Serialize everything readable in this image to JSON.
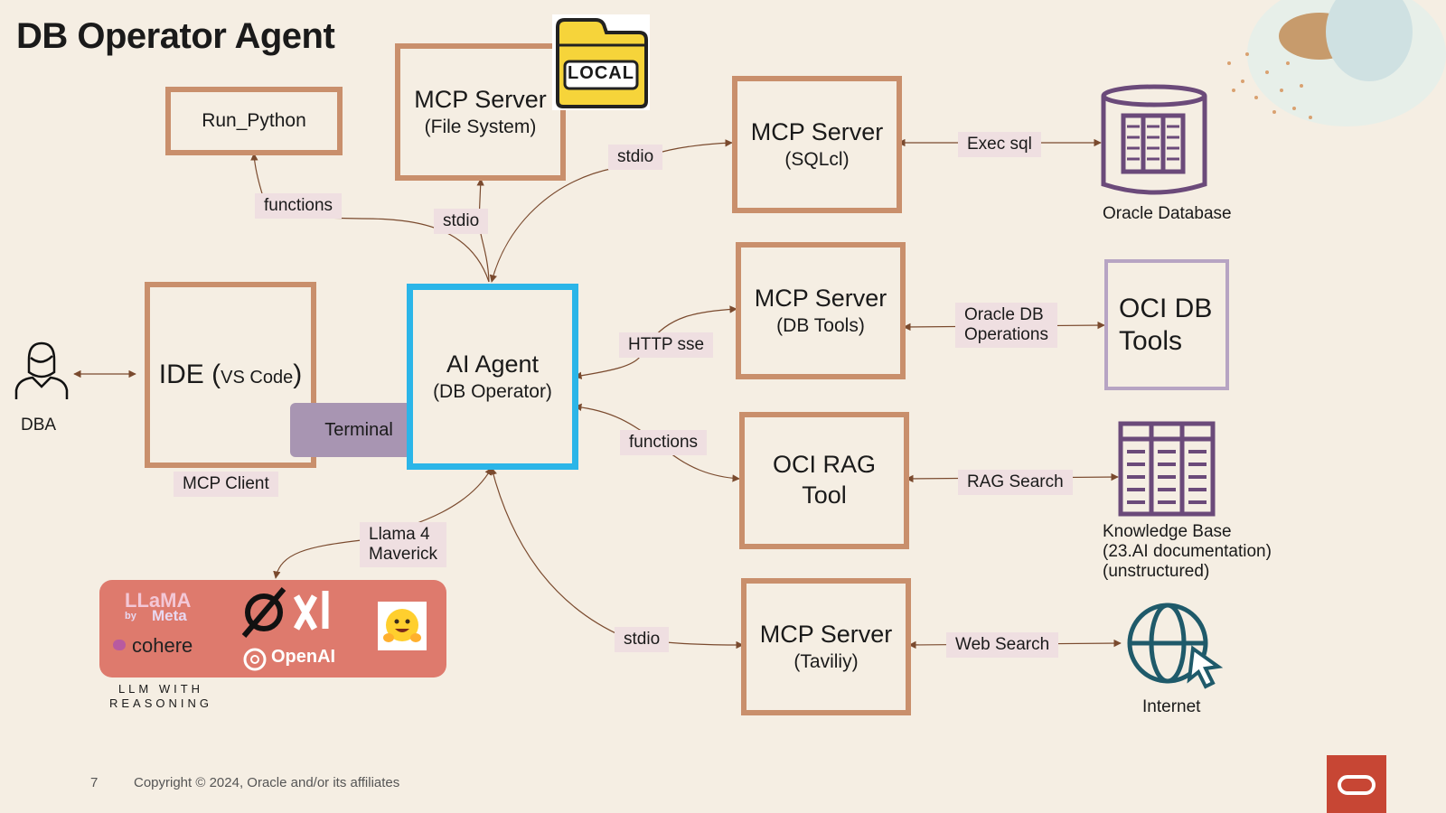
{
  "title": "DB Operator Agent",
  "nodes": {
    "run_python": "Run_Python",
    "mcp_fs": {
      "line1": "MCP Server",
      "line2": "(File System)"
    },
    "local_badge": "LOCAL",
    "mcp_sqlcl": {
      "line1": "MCP Server",
      "line2": "(SQLcl)"
    },
    "oracle_db": "Oracle Database",
    "ide": {
      "main": "IDE (",
      "sub": "VS Code",
      "close": ")"
    },
    "terminal": "Terminal",
    "mcp_client": "MCP Client",
    "ai_agent": {
      "line1": "AI Agent",
      "line2": "(DB Operator)"
    },
    "mcp_dbtools": {
      "line1": "MCP Server",
      "line2": "(DB Tools)"
    },
    "oci_db_tools": {
      "line1": "OCI DB",
      "line2": "Tools"
    },
    "oci_rag": {
      "line1": "OCI RAG",
      "line2": "Tool"
    },
    "knowledge_base": [
      "Knowledge Base",
      "(23.AI documentation)",
      "(unstructured)"
    ],
    "mcp_taviliy": {
      "line1": "MCP Server",
      "line2": "(Taviliy)"
    },
    "internet": "Internet",
    "dba": "DBA"
  },
  "edge_labels": {
    "functions_python": "functions",
    "stdio_fs": "stdio",
    "stdio_sqlcl": "stdio",
    "exec_sql": "Exec sql",
    "http_sse": "HTTP sse",
    "oracle_db_ops": [
      "Oracle DB",
      "Operations"
    ],
    "functions_rag": "functions",
    "rag_search": "RAG Search",
    "llama": [
      "Llama 4",
      "Maverick"
    ],
    "stdio_taviliy": "stdio",
    "web_search": "Web Search"
  },
  "llm": {
    "logos": [
      "LLaMA",
      "by",
      "Meta",
      "cohere",
      "OpenAI"
    ],
    "caption": [
      "LLM WITH",
      "REASONING"
    ]
  },
  "footer": {
    "page": "7",
    "copyright": "Copyright © 2024, Oracle and/or its affiliates"
  },
  "colors": {
    "background": "#f5eee3",
    "box_border": "#c98f6c",
    "agent_border": "#2bb5e8",
    "label_bg": "#efdfe1",
    "arrow": "#7a4a2e",
    "db_purple": "#6b4a7a",
    "oracle_red": "#c74634"
  }
}
